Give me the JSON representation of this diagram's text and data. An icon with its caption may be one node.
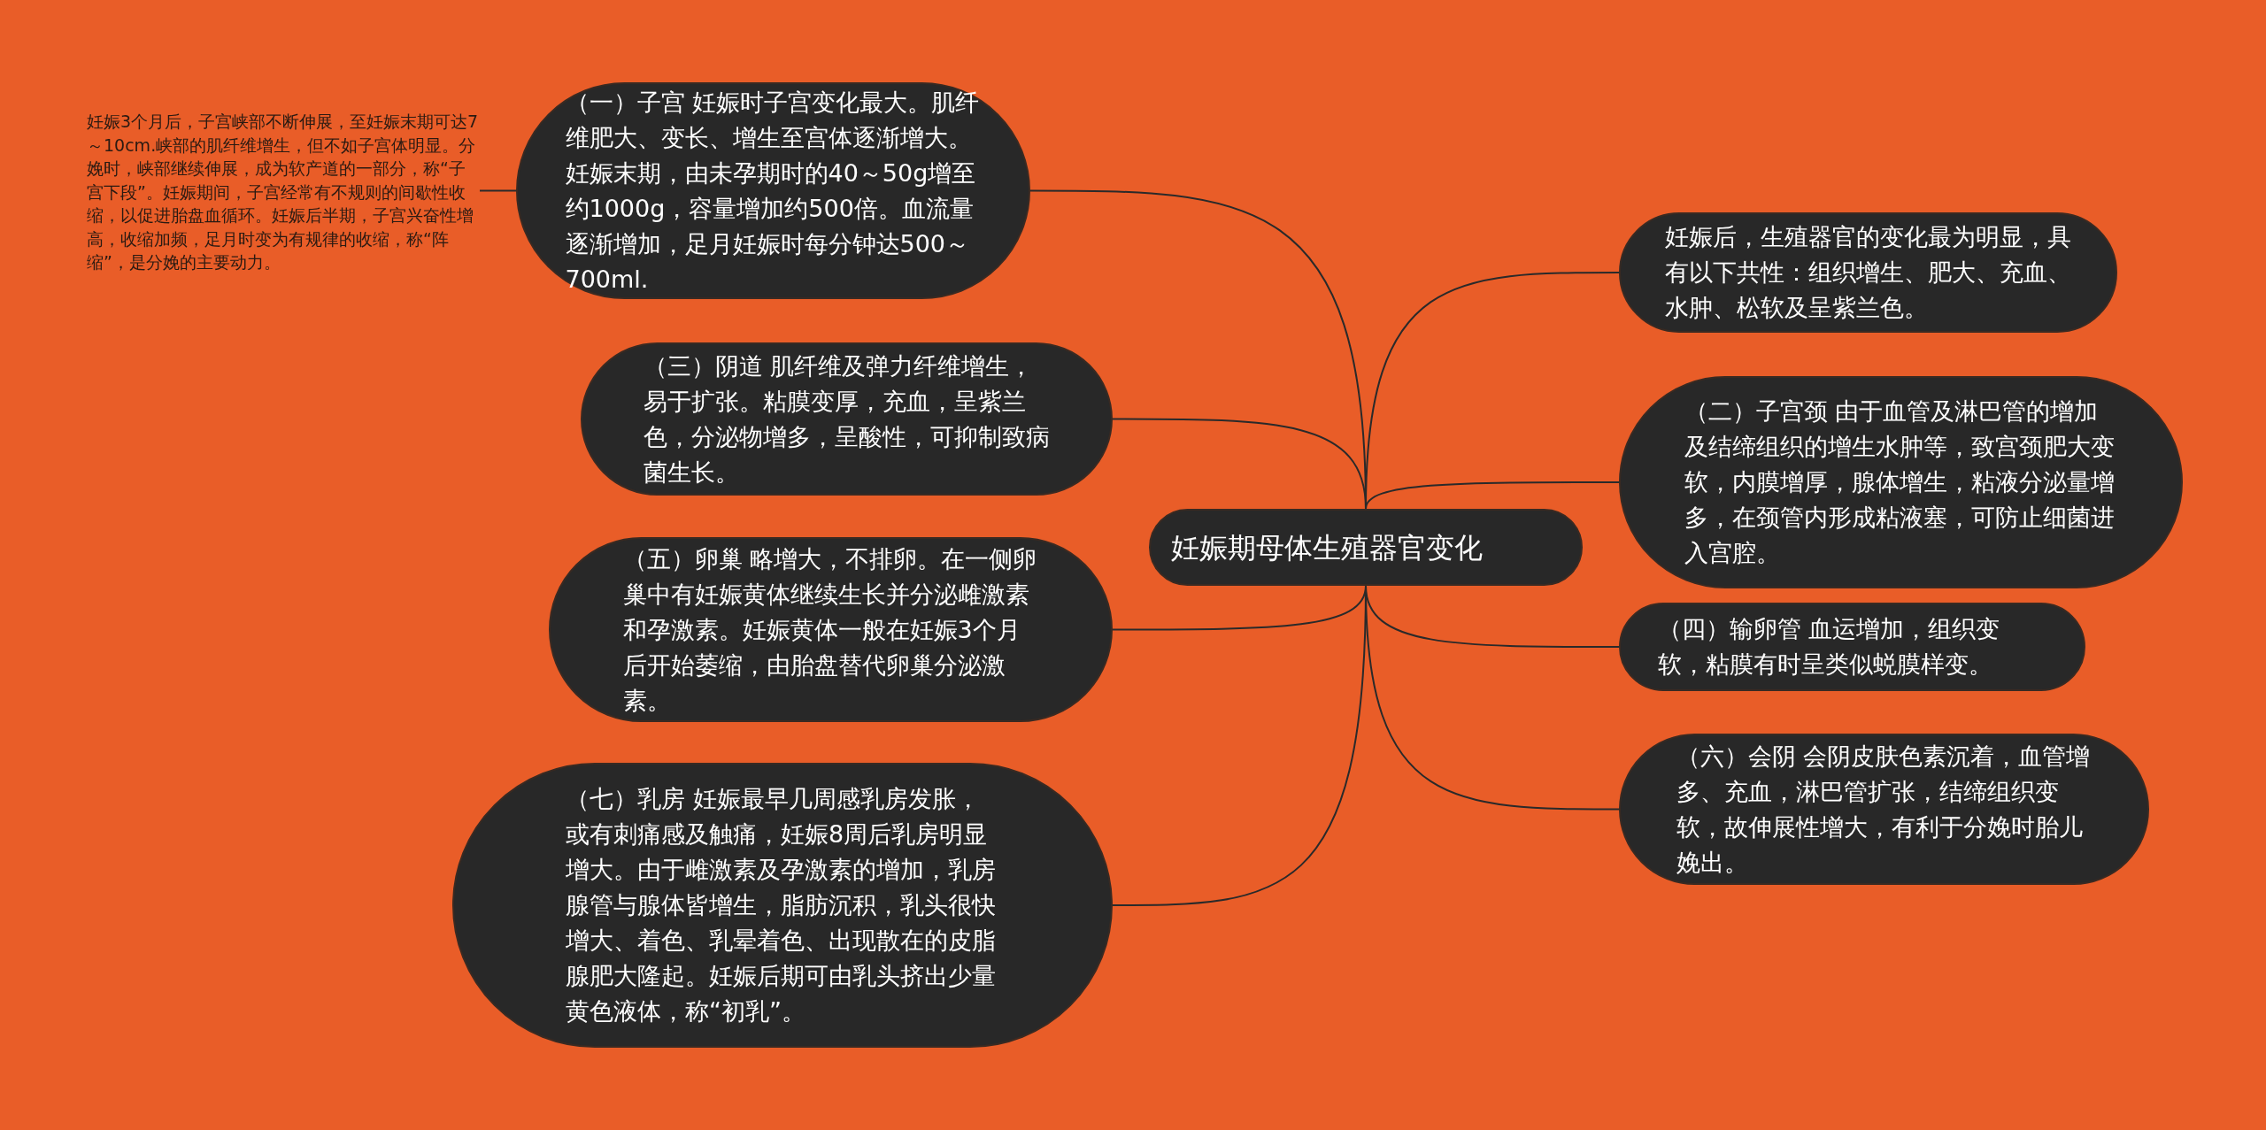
{
  "diagram": {
    "nodes": [
      {
        "text": [
          "妊娠期母体生殖器官变化"
        ]
      },
      {
        "text": [
          "（一）子宫 妊娠时子宫变化最大。肌纤维肥大、变长、增生至宫体逐渐增大。妊娠末期，由未孕期时的40～50g增至约1000g，容量增加约500倍。血流量逐渐增加，足月妊娠时每分钟达500～700ml."
        ]
      },
      {
        "text": [
          "妊娠3个月后，子宫峡部不断伸展，至妊娠末期可达7～10cm.峡部的肌纤维增生，但不如子宫体明显。分娩时，峡部继续伸展，成为软产道的一部分，称“子宫下段”。妊娠期间，子宫经常有不规则的间歇性收缩，以促进胎盘血循环。妊娠后半期，子宫兴奋性增高，收缩加频，足月时变为有规律的收缩，称“阵缩”，是分娩的主要动力。"
        ]
      },
      {
        "text": [
          "（三）阴道 肌纤维及弹力纤维增生，易于扩张。粘膜变厚，充血，呈紫兰色，分泌物增多，呈酸性，可抑制致病菌生长。"
        ]
      },
      {
        "text": [
          "（五）卵巢 略增大，不排卵。在一侧卵巢中有妊娠黄体继续生长并分泌雌激素和孕激素。妊娠黄体一般在妊娠3个月后开始萎缩，由胎盘替代卵巢分泌激素。"
        ]
      },
      {
        "text": [
          "（七）乳房 妊娠最早几周感乳房发胀，或有刺痛感及触痛，妊娠8周后乳房明显增大。由于雌激素及孕激素的增加，乳房腺管与腺体皆增生，脂肪沉积，乳头很快增大、着色、乳晕着色、出现散在的皮脂腺肥大隆起。妊娠后期可由乳头挤出少量黄色液体，称“初乳”。"
        ]
      },
      {
        "text": [
          "妊娠后，生殖器官的变化最为明显，具有以下共性：组织增生、肥大、充血、水肿、松软及呈紫兰色。"
        ]
      },
      {
        "text": [
          "（二）子宫颈 由于血管及淋巴管的增加及结缔组织的增生水肿等，致宫颈肥大变软，内膜增厚，腺体增生，粘液分泌量增多，在颈管内形成粘液塞，可防止细菌进入宫腔。"
        ]
      },
      {
        "text": [
          "（四）输卵管 血运增加，组织变软，粘膜有时呈类似蜕膜样变。"
        ]
      },
      {
        "text": [
          "（六）会阴 会阴皮肤色素沉着，血管增多、充血，淋巴管扩张，结缔组织变软，故伸展性增大，有利于分娩时胎儿娩出。"
        ]
      }
    ],
    "edges": [
      {
        "from": 0,
        "to": 1,
        "arrow": "none"
      },
      {
        "from": 1,
        "to": 2,
        "arrow": "none"
      },
      {
        "from": 0,
        "to": 3,
        "arrow": "none"
      },
      {
        "from": 0,
        "to": 4,
        "arrow": "none"
      },
      {
        "from": 0,
        "to": 5,
        "arrow": "none"
      },
      {
        "from": 0,
        "to": 6,
        "arrow": "none"
      },
      {
        "from": 0,
        "to": 7,
        "arrow": "none"
      },
      {
        "from": 0,
        "to": 8,
        "arrow": "none"
      },
      {
        "from": 0,
        "to": 9,
        "arrow": "none"
      }
    ]
  }
}
